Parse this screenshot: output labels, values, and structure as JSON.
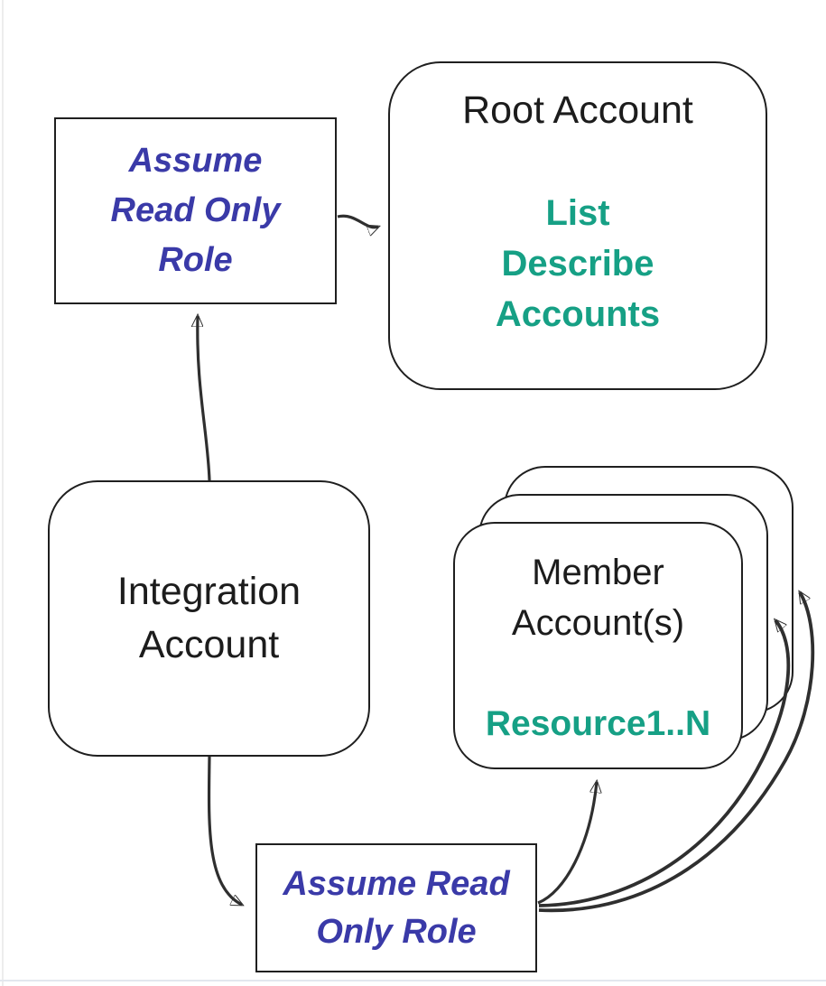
{
  "colors": {
    "accent_blue": "#3a3aa8",
    "accent_green": "#16a085",
    "stroke": "#2f2f2f",
    "border": "#1f1f1f"
  },
  "nodes": {
    "assume_role_top": {
      "line1": "Assume",
      "line2": "Read Only",
      "line3": "Role"
    },
    "root_account": {
      "title": "Root Account",
      "action1": "List",
      "action2": "Describe",
      "action3": "Accounts"
    },
    "integration_account": {
      "line1": "Integration",
      "line2": "Account"
    },
    "member_accounts": {
      "line1": "Member",
      "line2": "Account(s)",
      "resources": "Resource1..N"
    },
    "assume_role_bottom": {
      "line1": "Assume Read",
      "line2": "Only Role"
    }
  }
}
